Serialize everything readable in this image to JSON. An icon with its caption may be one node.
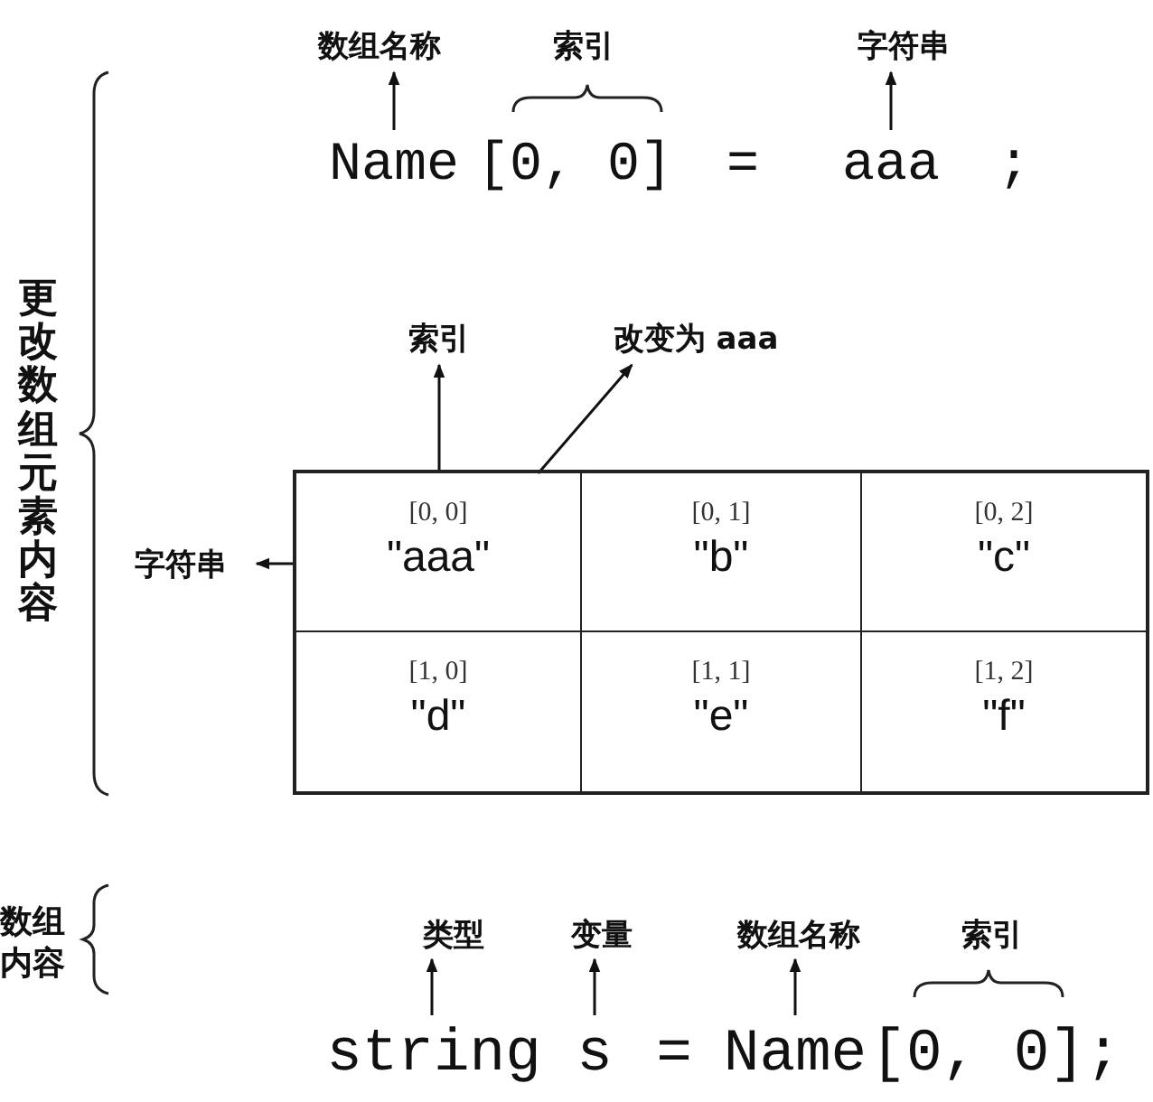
{
  "diagram": {
    "nodes": [
      {
        "text": [
          "数组名称"
        ]
      },
      {
        "text": [
          "字符串"
        ]
      },
      {
        "text": [
          "Name"
        ]
      },
      {
        "text": [
          "aaa"
        ]
      },
      {
        "text": [
          "索引"
        ]
      },
      {
        "text": [
          "改变为 aaa"
        ]
      },
      {
        "text": [],
        "shape": "box"
      },
      {
        "text": [
          "[0, 0]",
          "\"aaa\""
        ],
        "in": 6
      },
      {
        "text": [
          "[0, 1]",
          "\"b\""
        ],
        "in": 6
      },
      {
        "text": [
          "[0, 2]",
          "\"c\""
        ],
        "in": 6
      },
      {
        "text": [
          "[1, 0]",
          "\"d\""
        ],
        "in": 6
      },
      {
        "text": [
          "[1, 1]",
          "\"e\""
        ],
        "in": 6
      },
      {
        "text": [
          "[1, 2]",
          "\"f\""
        ],
        "in": 6
      },
      {
        "text": [
          "字符串"
        ]
      },
      {
        "text": [
          "类型"
        ]
      },
      {
        "text": [
          "变量"
        ]
      },
      {
        "text": [
          "数组名称"
        ]
      },
      {
        "text": [
          "string"
        ]
      },
      {
        "text": [
          "s"
        ]
      },
      {
        "text": [
          "Name"
        ]
      }
    ],
    "edges": [
      {
        "from": 2,
        "to": 0,
        "arrow": "to"
      },
      {
        "from": 3,
        "to": 1,
        "arrow": "to"
      },
      {
        "from": 7,
        "to": 4,
        "arrow": "to"
      },
      {
        "from": 7,
        "to": 5,
        "arrow": "to"
      },
      {
        "from": 7,
        "to": 13,
        "arrow": "to"
      },
      {
        "from": 17,
        "to": 14,
        "arrow": "to"
      },
      {
        "from": 18,
        "to": 15,
        "arrow": "to"
      },
      {
        "from": 19,
        "to": 16,
        "arrow": "to"
      }
    ],
    "labels": [
      "索引",
      "[0, 0]",
      "=",
      ";",
      "更改数组元素内容",
      "数组内容",
      "=",
      "索引",
      "[0, 0];"
    ]
  }
}
